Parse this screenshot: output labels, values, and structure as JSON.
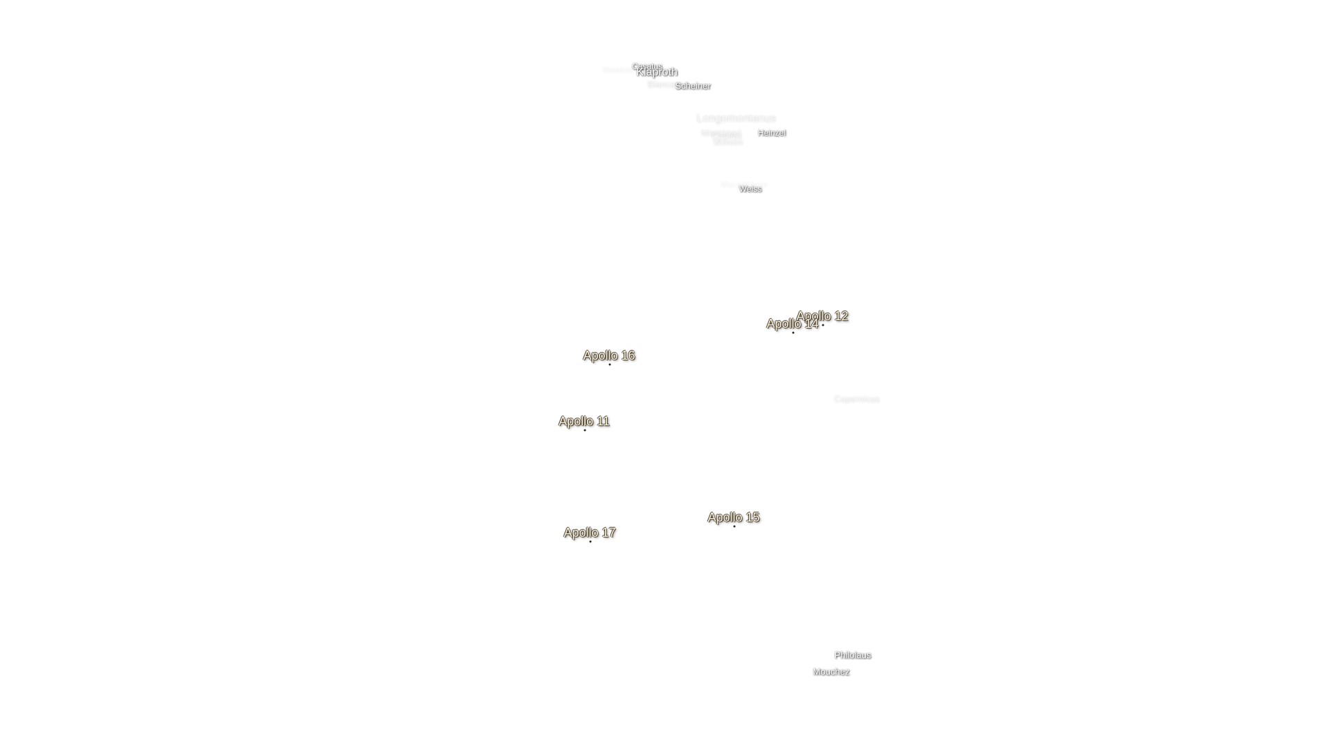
{
  "map": {
    "craters": [
      {
        "name": "Newton",
        "style": "very-faint"
      },
      {
        "name": "Casatus",
        "style": "normal"
      },
      {
        "name": "Klaproth",
        "style": "big"
      },
      {
        "name": "Blancanus",
        "style": "faint"
      },
      {
        "name": "Scheiner",
        "style": "normal"
      },
      {
        "name": "Longomontanus",
        "style": "big-faint"
      },
      {
        "name": "Montanari",
        "style": "faint"
      },
      {
        "name": "Cysatus",
        "style": "faint"
      },
      {
        "name": "Wilhelm",
        "style": "faint"
      },
      {
        "name": "Heinzel",
        "style": "normal"
      },
      {
        "name": "Wurzelbauer",
        "style": "very-faint"
      },
      {
        "name": "Weiss",
        "style": "normal"
      },
      {
        "name": "Copernicus",
        "style": "faint"
      },
      {
        "name": "Philolaus",
        "style": "normal"
      },
      {
        "name": "Mouchez",
        "style": "normal"
      }
    ],
    "apollo_sites": [
      {
        "name": "Apollo 12"
      },
      {
        "name": "Apollo 14"
      },
      {
        "name": "Apollo 16"
      },
      {
        "name": "Apollo 11"
      },
      {
        "name": "Apollo 15"
      },
      {
        "name": "Apollo 17"
      }
    ]
  }
}
